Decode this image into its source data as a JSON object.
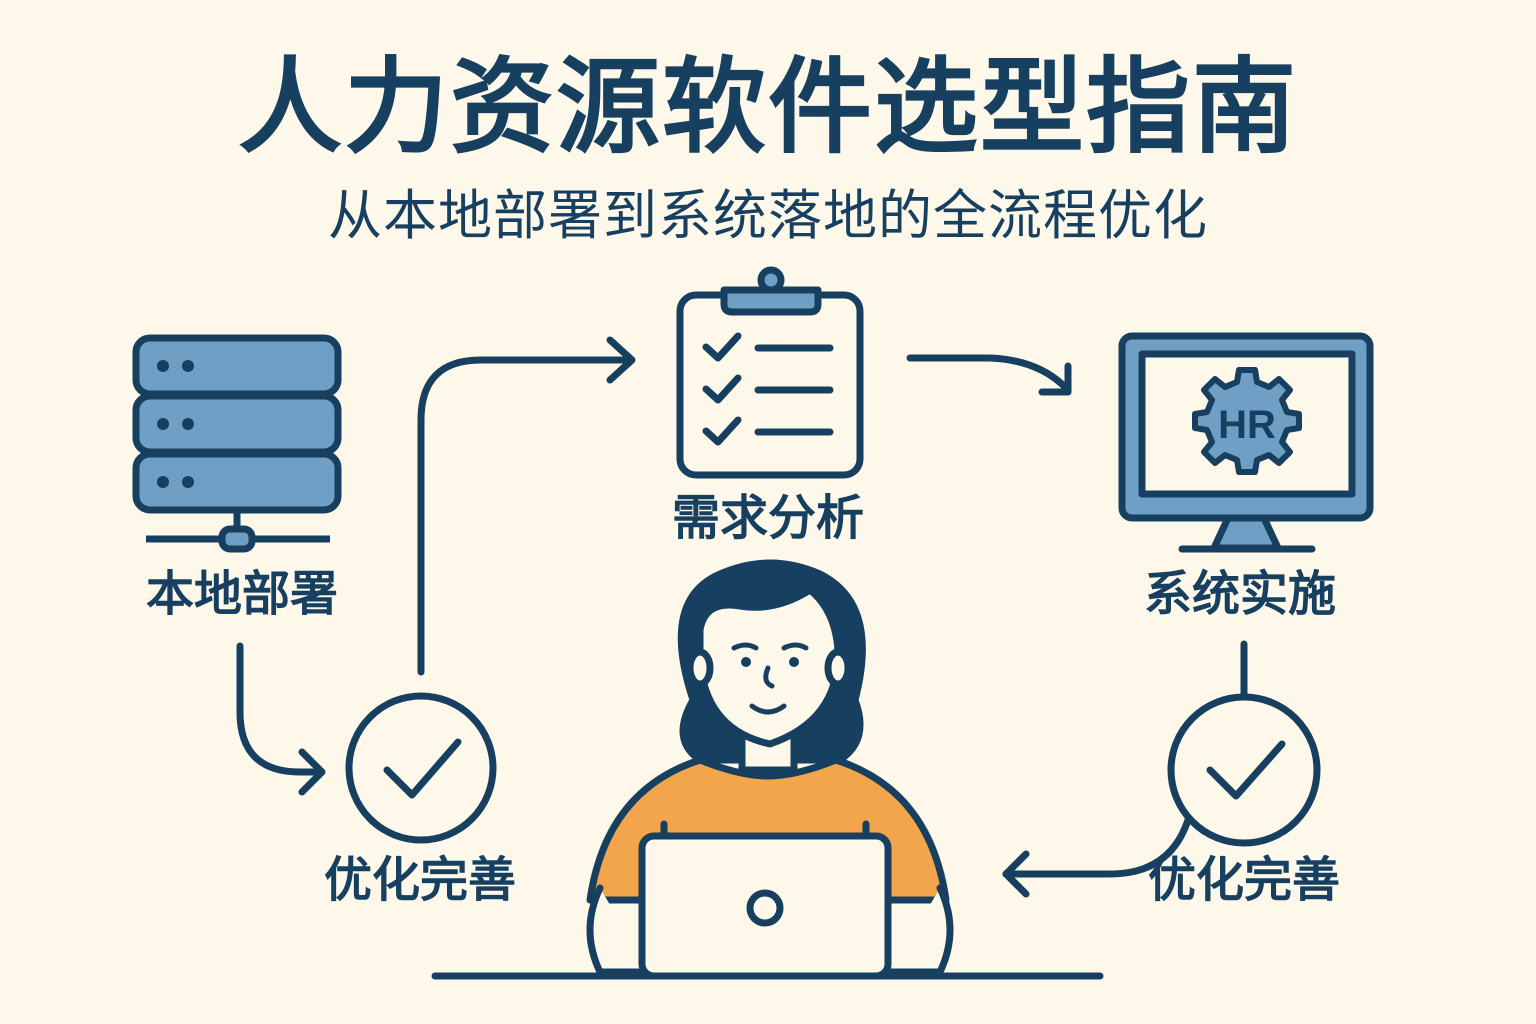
{
  "title": "人力资源软件选型指南",
  "subtitle": "从本地部署到系统落地的全流程优化",
  "steps": {
    "local_deploy": "本地部署",
    "needs_analysis": "需求分析",
    "system_impl": "系统实施",
    "optimize_left": "优化完善",
    "optimize_right": "优化完善"
  },
  "monitor_badge": "HR",
  "icons": {
    "server": "server-icon",
    "clipboard": "checklist-clipboard-icon",
    "monitor": "monitor-hr-gear-icon",
    "check_left": "check-circle-icon",
    "check_right": "check-circle-icon",
    "person": "person-at-laptop"
  },
  "colors": {
    "background": "#fdf8e9",
    "ink": "#173f5f",
    "fill_blue": "#6f9fc4",
    "shirt": "#f2a54a",
    "white": "#ffffff"
  }
}
